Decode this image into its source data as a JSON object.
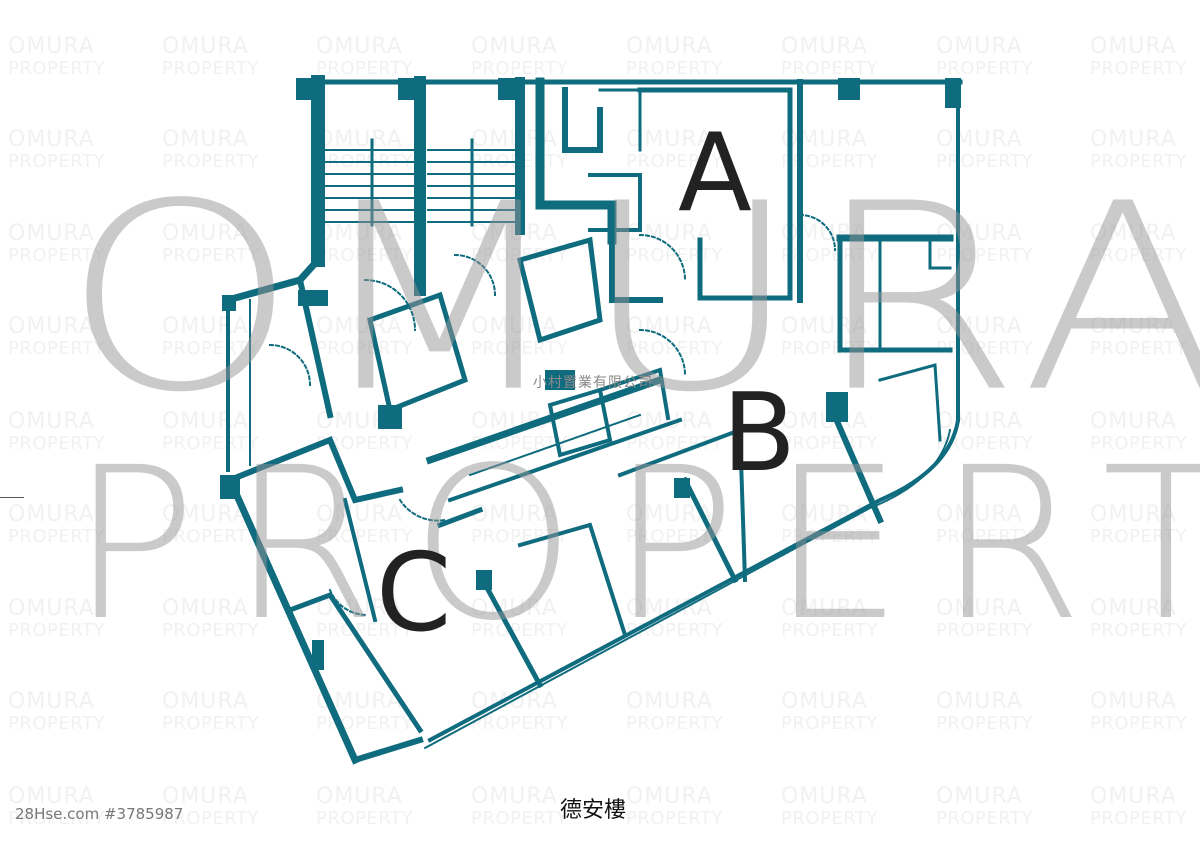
{
  "floorplan": {
    "building_name": "德安樓",
    "company_name": "小村置業有限公司",
    "wall_color": "#0f6b7e",
    "units": [
      {
        "label": "A"
      },
      {
        "label": "B"
      },
      {
        "label": "C"
      }
    ]
  },
  "watermark": {
    "large_line1": "OMURA",
    "large_line2": "PROPERTY",
    "tile_line1": "OMURA",
    "tile_line2": "PROPERTY"
  },
  "caption": {
    "source": "28Hse.com #3785987"
  }
}
